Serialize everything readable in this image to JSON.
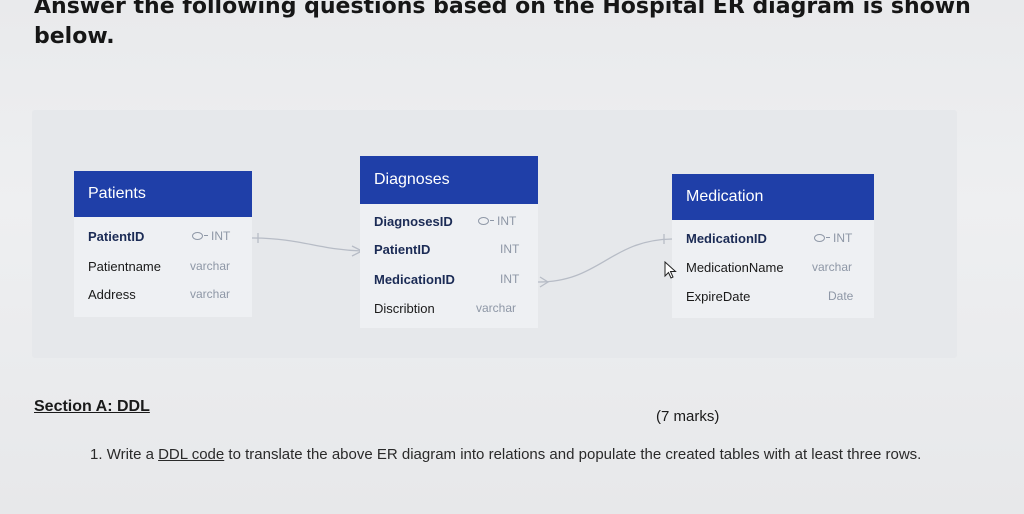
{
  "heading": {
    "text": "Answer the following questions based on the Hospital ER diagram is shown below."
  },
  "entities": {
    "patients": {
      "title": "Patients",
      "attributes": [
        {
          "name": "PatientID",
          "type": "INT",
          "key": true
        },
        {
          "name": "Patientname",
          "type": "varchar",
          "key": false
        },
        {
          "name": "Address",
          "type": "varchar",
          "key": false
        }
      ]
    },
    "diagnoses": {
      "title": "Diagnoses",
      "attributes": [
        {
          "name": "DiagnosesID",
          "type": "INT",
          "key": true
        },
        {
          "name": "PatientID",
          "type": "INT",
          "key": false
        },
        {
          "name": "MedicationID",
          "type": "INT",
          "key": false
        },
        {
          "name": "Discribtion",
          "type": "varchar",
          "key": false
        }
      ]
    },
    "medication": {
      "title": "Medication",
      "attributes": [
        {
          "name": "MedicationID",
          "type": "INT",
          "key": true
        },
        {
          "name": "MedicationName",
          "type": "varchar",
          "key": false
        },
        {
          "name": "ExpireDate",
          "type": "Date",
          "key": false
        }
      ]
    }
  },
  "section": {
    "title": "Section A: DDL",
    "marks": "(7 marks)",
    "question_number": "1.",
    "question_prefix": "Write a",
    "question_link": "DDL code",
    "question_suffix": "to translate the above ER diagram into relations and populate the created tables with at least three rows."
  },
  "colors": {
    "header_blue": "#1f3fa8",
    "type_gray": "#8e97a6"
  },
  "icons": [
    "key-icon",
    "mouse-pointer-icon"
  ]
}
